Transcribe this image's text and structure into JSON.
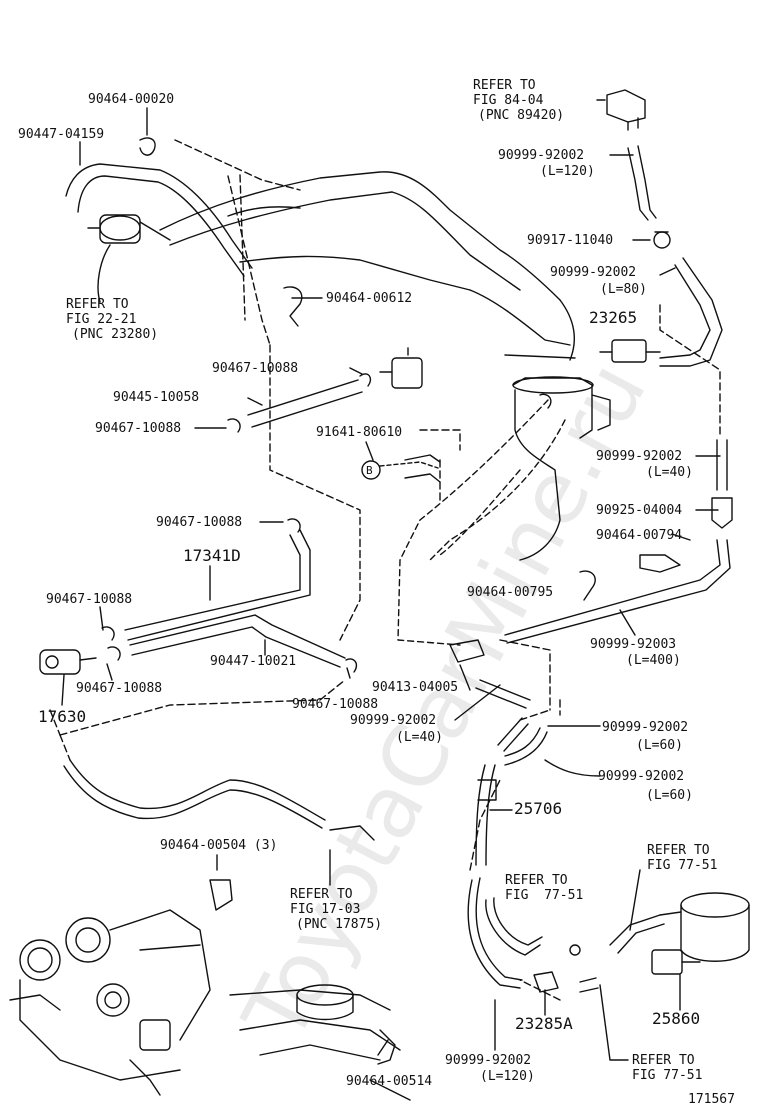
{
  "watermark": "ToyotaCarMine.ru",
  "figure_number": "171567",
  "labels": {
    "p90464_00020": "90464-00020",
    "p90447_04159": "90447-04159",
    "refer_22_21_a": "REFER TO",
    "refer_22_21_b": "FIG 22-21",
    "refer_22_21_c": "(PNC 23280)",
    "refer_84_04_a": "REFER TO",
    "refer_84_04_b": "FIG 84-04",
    "refer_84_04_c": "(PNC 89420)",
    "p90999_92002_l120_top": "90999-92002",
    "l120_top": "(L=120)",
    "p90917_11040": "90917-11040",
    "p90999_92002_l80": "90999-92002",
    "l80": "(L=80)",
    "p90464_00612": "90464-00612",
    "p23265": "23265",
    "p90467_10088_a": "90467-10088",
    "p90445_10058": "90445-10058",
    "p90467_10088_b": "90467-10088",
    "p91641_80610": "91641-80610",
    "p90999_92002_l40_r": "90999-92002",
    "l40_r": "(L=40)",
    "p90925_04004": "90925-04004",
    "p90464_00794": "90464-00794",
    "p90467_10088_c": "90467-10088",
    "p17341d": "17341D",
    "p90467_10088_d": "90467-10088",
    "p90464_00795": "90464-00795",
    "p90999_92003": "90999-92003",
    "l400": "(L=400)",
    "p90447_10021": "90447-10021",
    "p90467_10088_e": "90467-10088",
    "p90467_10088_f": "90467-10088",
    "p17630": "17630",
    "p90413_04005": "90413-04005",
    "p90999_92002_l40_c": "90999-92002",
    "l40_c": "(L=40)",
    "p90999_92002_l60_a": "90999-92002",
    "l60_a": "(L=60)",
    "p90999_92002_l60_b": "90999-92002",
    "l60_b": "(L=60)",
    "p25706": "25706",
    "p90464_00504": "90464-00504 (3)",
    "refer_17_03_a": "REFER TO",
    "refer_17_03_b": "FIG 17-03",
    "refer_17_03_c": "(PNC 17875)",
    "refer_77_51_a1": "REFER TO",
    "refer_77_51_a2": "FIG  77-51",
    "refer_77_51_b1": "REFER TO",
    "refer_77_51_b2": "FIG 77-51",
    "refer_77_51_c1": "REFER TO",
    "refer_77_51_c2": "FIG 77-51",
    "p23285a": "23285A",
    "p25860": "25860",
    "p90999_92002_l120_bot": "90999-92002",
    "l120_bot": "(L=120)",
    "p90464_00514": "90464-00514",
    "circle_b": "B"
  }
}
